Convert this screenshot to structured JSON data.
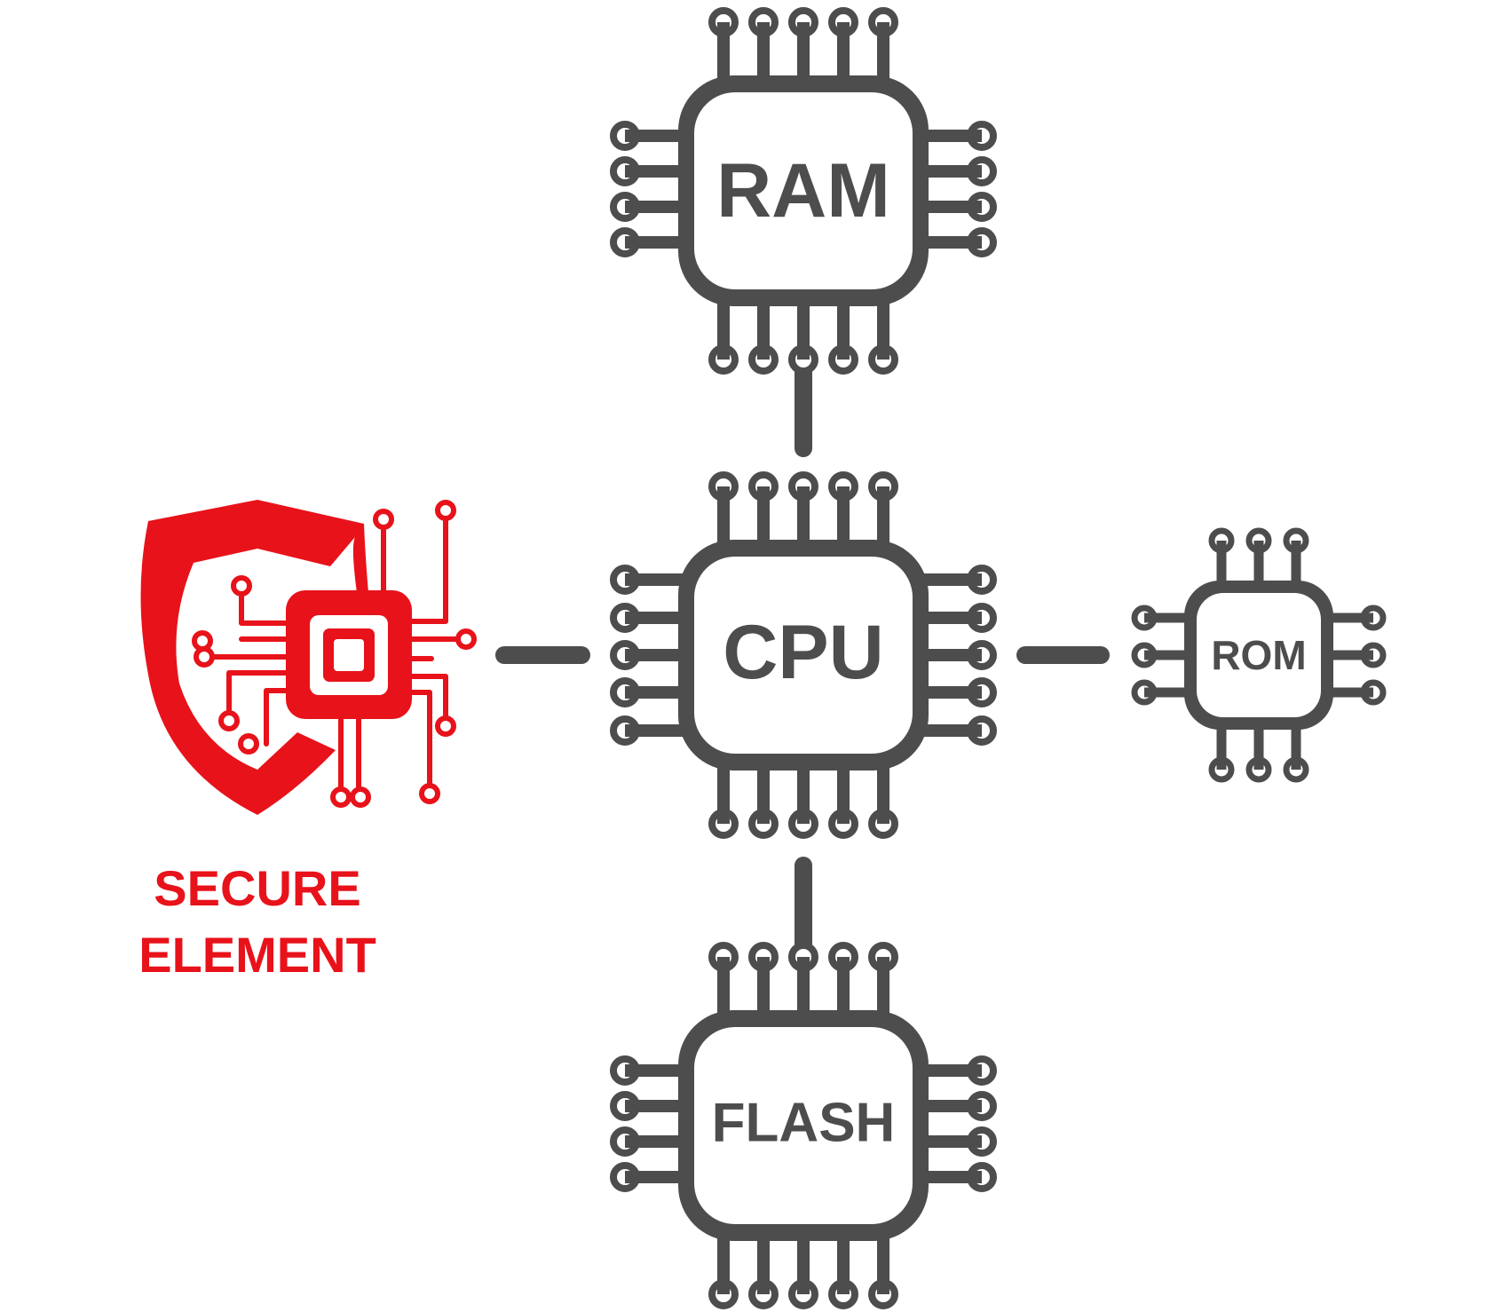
{
  "colors": {
    "chip": "#4d4d4d",
    "secure": "#e8121a",
    "background": "#ffffff"
  },
  "nodes": {
    "ram": {
      "label": "RAM"
    },
    "cpu": {
      "label": "CPU"
    },
    "rom": {
      "label": "ROM"
    },
    "flash": {
      "label": "FLASH"
    },
    "secure_element": {
      "label_line1": "SECURE",
      "label_line2": "ELEMENT",
      "icon": "shield-chip-icon"
    }
  },
  "connections": [
    {
      "from": "cpu",
      "to": "ram"
    },
    {
      "from": "cpu",
      "to": "flash"
    },
    {
      "from": "cpu",
      "to": "rom"
    },
    {
      "from": "cpu",
      "to": "secure_element"
    }
  ]
}
